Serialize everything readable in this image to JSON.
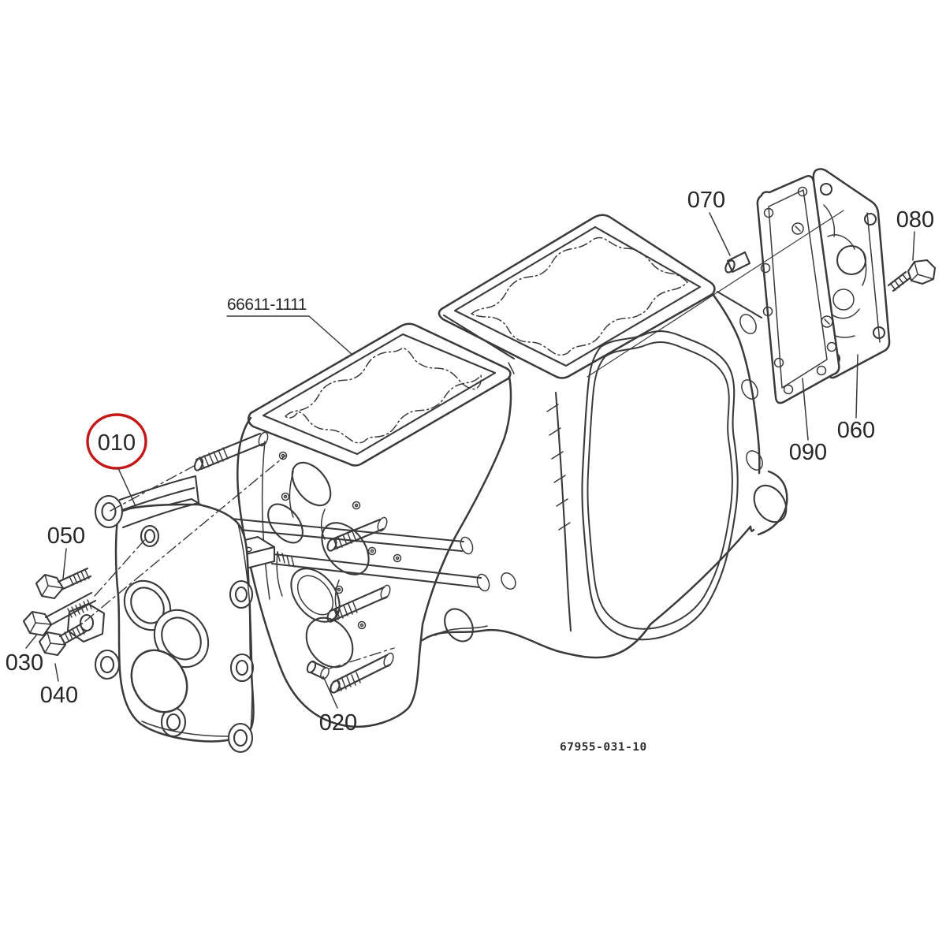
{
  "figure": {
    "type": "exploded-parts-diagram",
    "assembly_label": {
      "part_number": "66611-1111"
    },
    "figure_code": "67955-031-10",
    "colors": {
      "background": "#ffffff",
      "line": "#3a3a3a",
      "text": "#272727",
      "highlight_circle": "#c41818"
    },
    "callouts": [
      {
        "ref": "010",
        "highlighted": true
      },
      {
        "ref": "020",
        "highlighted": false
      },
      {
        "ref": "030",
        "highlighted": false
      },
      {
        "ref": "040",
        "highlighted": false
      },
      {
        "ref": "050",
        "highlighted": false
      },
      {
        "ref": "060",
        "highlighted": false
      },
      {
        "ref": "070",
        "highlighted": false
      },
      {
        "ref": "080",
        "highlighted": false
      },
      {
        "ref": "090",
        "highlighted": false
      }
    ]
  }
}
